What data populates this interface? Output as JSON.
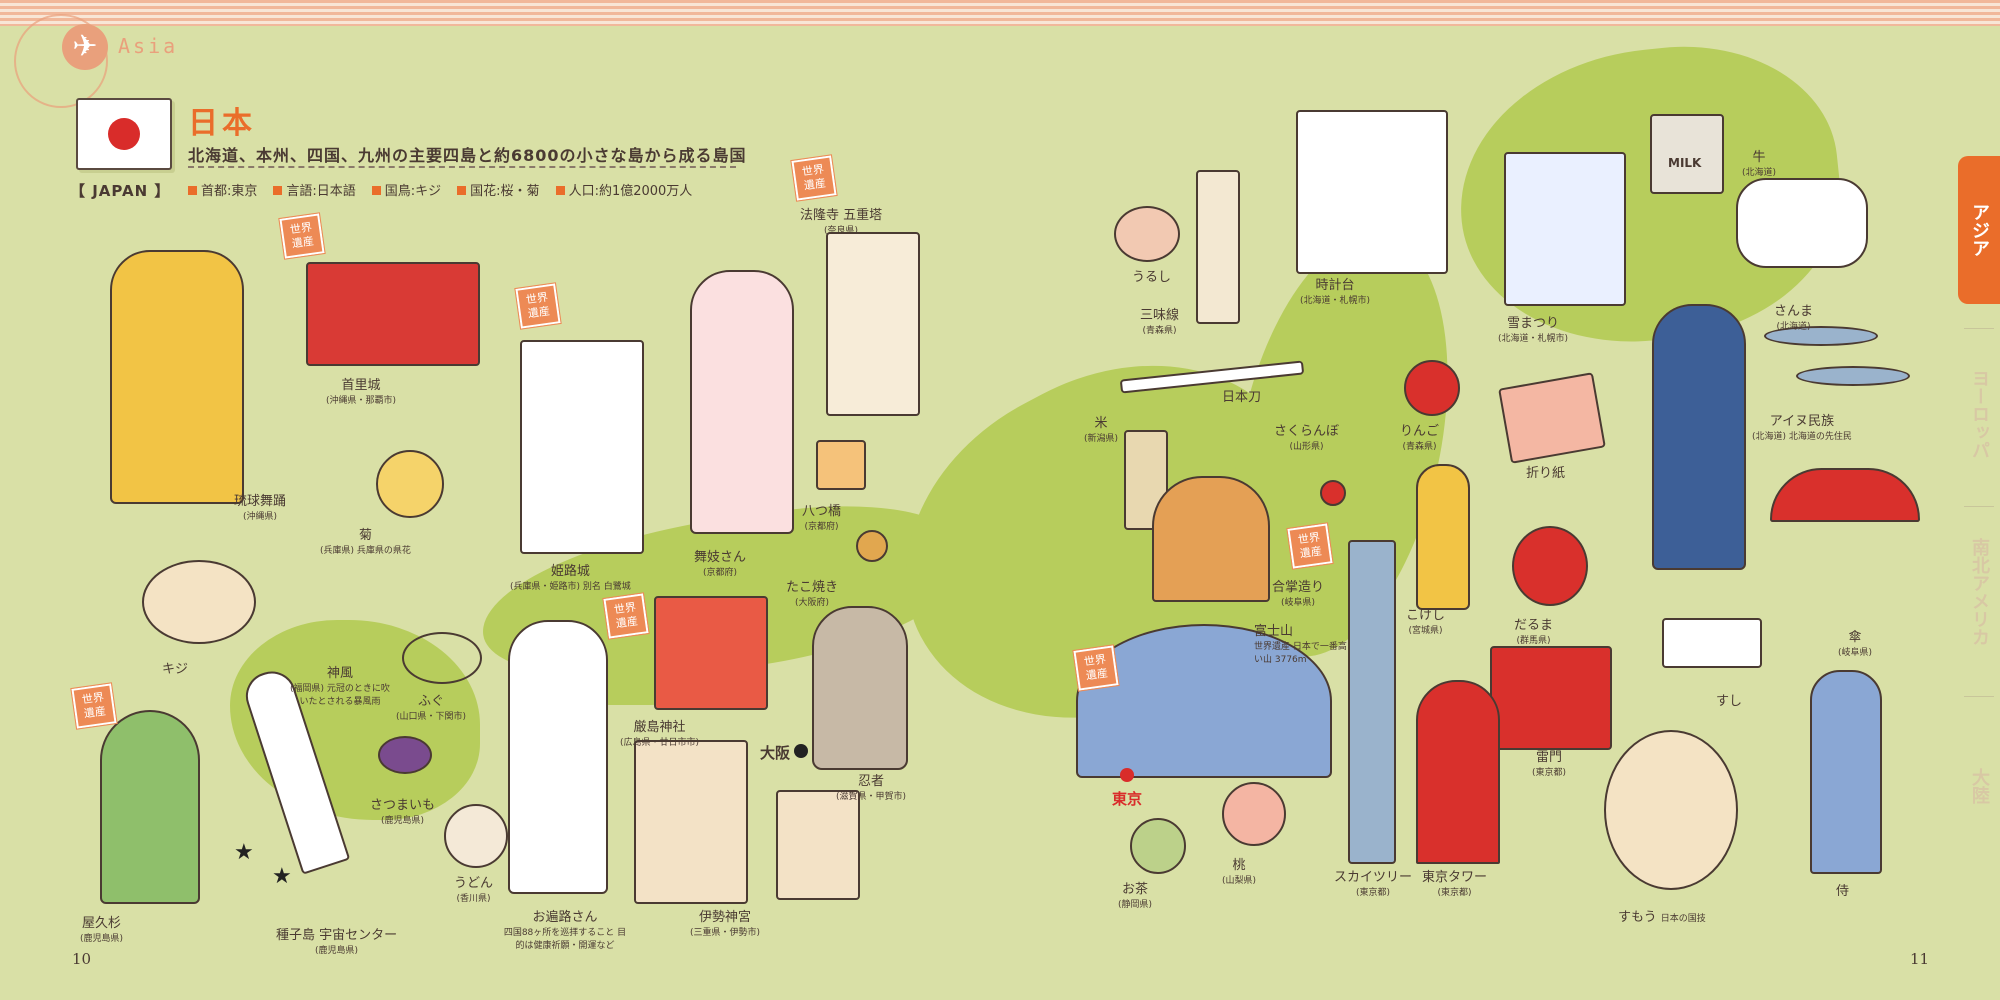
{
  "header": {
    "section_label": "Asia"
  },
  "country": {
    "name": "日本",
    "name_en": "【 JAPAN 】",
    "description": "北海道、本州、四国、九州の主要四島と約6800の小さな島から成る島国",
    "facts": [
      "首都:東京",
      "言語:日本語",
      "国鳥:キジ",
      "国花:桜・菊",
      "人口:約1億2000万人"
    ]
  },
  "heritage_badge": "世界\n遺産",
  "cities": {
    "osaka": "大阪",
    "tokyo": "東京"
  },
  "items_left": [
    {
      "key": "ryukyu",
      "title": "琉球舞踊",
      "sub": "(沖縄県)"
    },
    {
      "key": "shuri",
      "title": "首里城",
      "sub": "(沖縄県・那覇市)"
    },
    {
      "key": "kiku",
      "title": "菊",
      "sub": "(兵庫県) 兵庫県の県花"
    },
    {
      "key": "himeji",
      "title": "姫路城",
      "sub": "(兵庫県・姫路市) 別名 白鷺城"
    },
    {
      "key": "horyuji",
      "title": "法隆寺 五重塔",
      "sub": "(奈良県)"
    },
    {
      "key": "maiko",
      "title": "舞妓さん",
      "sub": "(京都府)"
    },
    {
      "key": "yatsuhashi",
      "title": "八つ橋",
      "sub": "(京都府)"
    },
    {
      "key": "takoyaki",
      "title": "たこ焼き",
      "sub": "(大阪府)"
    },
    {
      "key": "kiji",
      "title": "キジ",
      "sub": ""
    },
    {
      "key": "kamikaze",
      "title": "神風",
      "sub": "(福岡県) 元冠のときに吹いたとされる暴風雨"
    },
    {
      "key": "fugu",
      "title": "ふぐ",
      "sub": "(山口県・下関市)"
    },
    {
      "key": "itsukushima",
      "title": "厳島神社",
      "sub": "(広島県・廿日市市)"
    },
    {
      "key": "ninja",
      "title": "忍者",
      "sub": "(滋賀県・甲賀市)"
    },
    {
      "key": "yakusugi",
      "title": "屋久杉",
      "sub": "(鹿児島県)"
    },
    {
      "key": "tanegashima",
      "title": "種子島 宇宙センター",
      "sub": "(鹿児島県)"
    },
    {
      "key": "satsumaimo",
      "title": "さつまいも",
      "sub": "(鹿児島県)"
    },
    {
      "key": "udon",
      "title": "うどん",
      "sub": "(香川県)"
    },
    {
      "key": "ohenro",
      "title": "お遍路さん",
      "sub": "四国88ヶ所を巡拝すること 目的は健康祈願・開運など"
    },
    {
      "key": "ise",
      "title": "伊勢神宮",
      "sub": "(三重県・伊勢市)"
    }
  ],
  "items_right": [
    {
      "key": "urushi",
      "title": "うるし",
      "sub": ""
    },
    {
      "key": "shamisen",
      "title": "三味線",
      "sub": "(青森県)"
    },
    {
      "key": "tokeidai",
      "title": "時計台",
      "sub": "(北海道・札幌市)"
    },
    {
      "key": "yukimatsuri",
      "title": "雪まつり",
      "sub": "(北海道・札幌市)"
    },
    {
      "key": "milk",
      "title": "MILK",
      "sub": ""
    },
    {
      "key": "ushi",
      "title": "牛",
      "sub": "(北海道)"
    },
    {
      "key": "sanma",
      "title": "さんま",
      "sub": "(北海道)"
    },
    {
      "key": "katana",
      "title": "日本刀",
      "sub": ""
    },
    {
      "key": "kome",
      "title": "米",
      "sub": "(新潟県)"
    },
    {
      "key": "sakuranbo",
      "title": "さくらんぼ",
      "sub": "(山形県)"
    },
    {
      "key": "ringo",
      "title": "りんご",
      "sub": "(青森県)"
    },
    {
      "key": "orizuru",
      "title": "折り紙",
      "sub": ""
    },
    {
      "key": "ainu",
      "title": "アイヌ民族",
      "sub": "(北海道) 北海道の先住民"
    },
    {
      "key": "gassho",
      "title": "合掌造り",
      "sub": "(岐阜県)"
    },
    {
      "key": "fuji",
      "title": "富士山",
      "sub": "世界遺産 日本で一番高い山 3776m"
    },
    {
      "key": "kokeshi",
      "title": "こけし",
      "sub": "(宮城県)"
    },
    {
      "key": "daruma",
      "title": "だるま",
      "sub": "(群馬県)"
    },
    {
      "key": "kasa",
      "title": "傘",
      "sub": "(岐阜県)"
    },
    {
      "key": "sushi",
      "title": "すし",
      "sub": ""
    },
    {
      "key": "kaminarimon",
      "title": "雷門",
      "sub": "(東京都)"
    },
    {
      "key": "ocha",
      "title": "お茶",
      "sub": "(静岡県)"
    },
    {
      "key": "momo",
      "title": "桃",
      "sub": "(山梨県)"
    },
    {
      "key": "skytree",
      "title": "スカイツリー",
      "sub": "(東京都)"
    },
    {
      "key": "tokyotower",
      "title": "東京タワー",
      "sub": "(東京都)"
    },
    {
      "key": "sumo",
      "title": "すもう",
      "sub": "日本の国技"
    },
    {
      "key": "samurai",
      "title": "侍",
      "sub": ""
    }
  ],
  "sidebar_tabs": [
    "アジア",
    "ヨーロッパ",
    "南北アメリカ",
    "大陸"
  ],
  "page_numbers": {
    "left": "10",
    "right": "11"
  },
  "colors": {
    "accent": "#ea6d2a",
    "background": "#d9e0a6",
    "land": "#b7cd5c",
    "flag_red": "#d92c2a"
  }
}
